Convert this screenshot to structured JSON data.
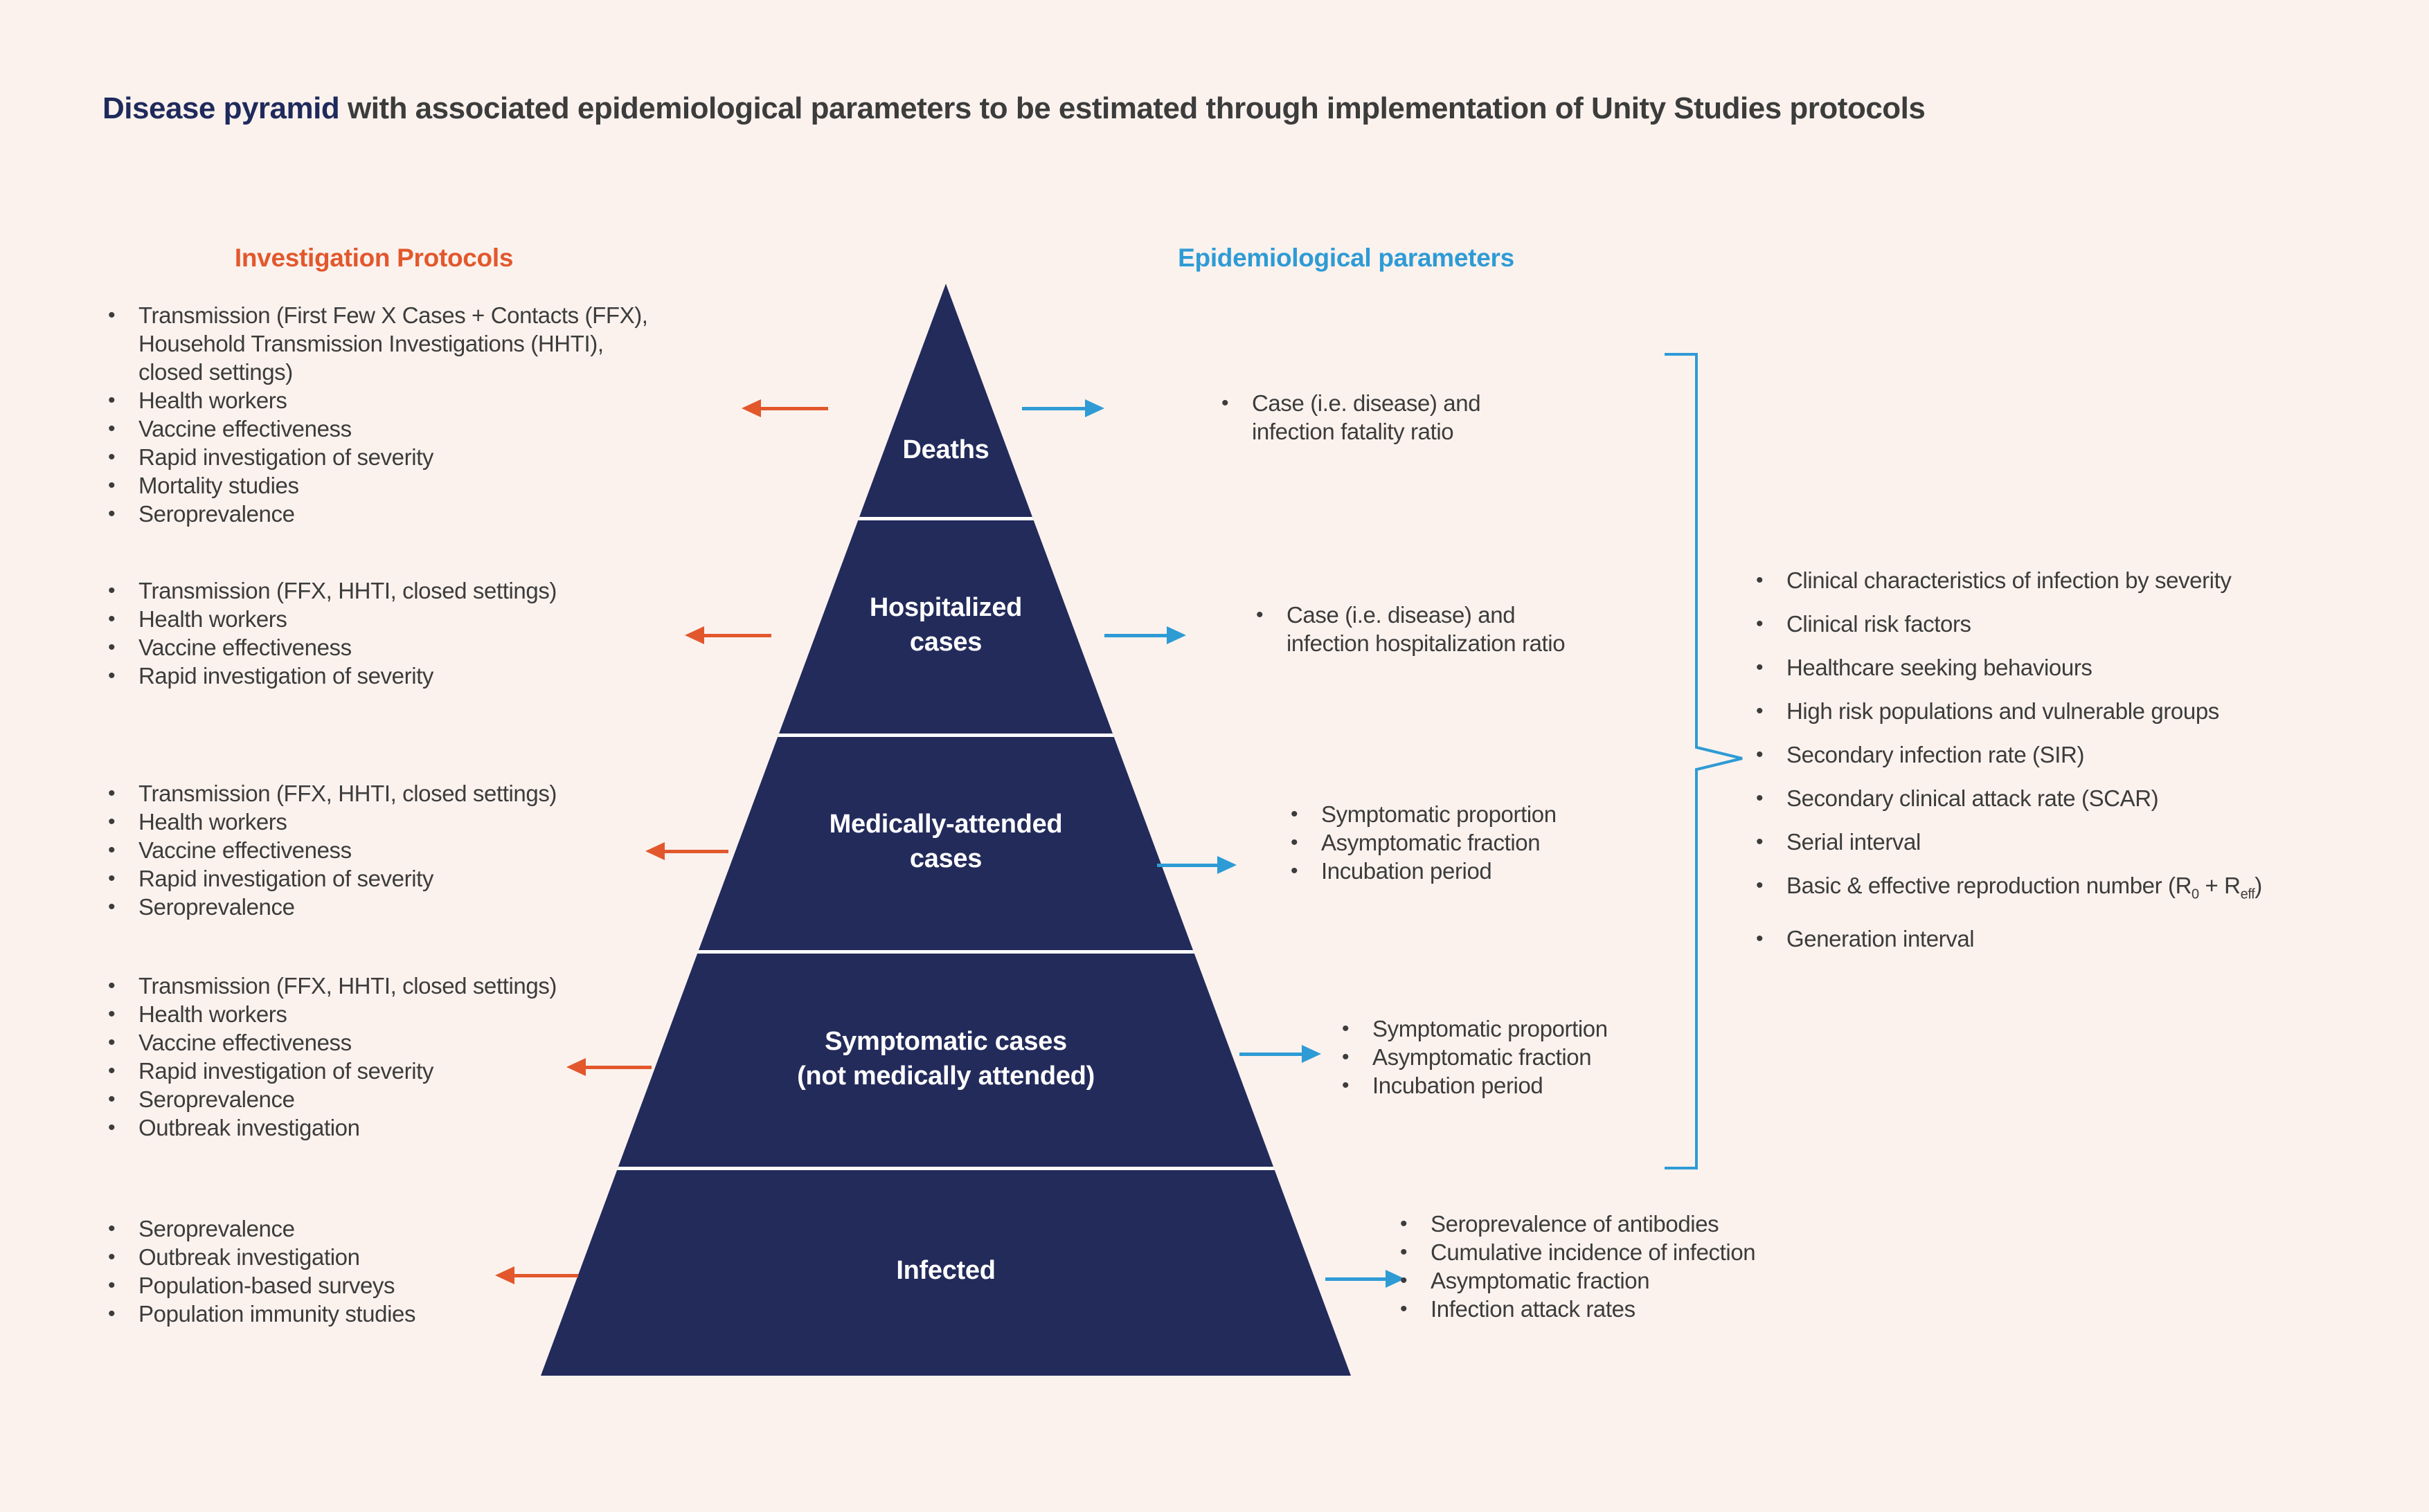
{
  "colors": {
    "background": "#FBF2EE",
    "pyramid": "#232B5B",
    "orange": "#E2582C",
    "blue": "#2E9BD5",
    "text": "#3C3C3C",
    "navy_text": "#1F2A5C",
    "white": "#FFFFFF"
  },
  "title": {
    "highlight": "Disease pyramid",
    "rest": " with associated epidemiological parameters to be estimated through implementation of Unity Studies protocols"
  },
  "columns": {
    "left_header": "Investigation Protocols",
    "right_header": "Epidemiological parameters"
  },
  "pyramid": {
    "levels": [
      "Deaths",
      "Hospitalized\ncases",
      "Medically-attended\ncases",
      "Symptomatic cases\n(not medically attended)",
      "Infected"
    ]
  },
  "protocols": {
    "groups": [
      {
        "level": "deaths",
        "items": [
          "Transmission (First Few X Cases + Contacts (FFX),\nHousehold Transmission Investigations (HHTI),\nclosed settings)",
          "Health workers",
          "Vaccine effectiveness",
          "Rapid investigation of severity",
          "Mortality studies",
          "Seroprevalence"
        ]
      },
      {
        "level": "hospitalized-cases",
        "items": [
          "Transmission (FFX, HHTI, closed settings)",
          "Health workers",
          "Vaccine effectiveness",
          "Rapid investigation of severity"
        ]
      },
      {
        "level": "medically-attended-cases",
        "items": [
          "Transmission (FFX, HHTI, closed settings)",
          "Health workers",
          "Vaccine effectiveness",
          "Rapid investigation of severity",
          "Seroprevalence"
        ]
      },
      {
        "level": "symptomatic-cases",
        "items": [
          "Transmission (FFX, HHTI, closed settings)",
          "Health workers",
          "Vaccine effectiveness",
          "Rapid investigation of severity",
          "Seroprevalence",
          "Outbreak investigation"
        ]
      },
      {
        "level": "infected",
        "items": [
          "Seroprevalence",
          "Outbreak investigation",
          "Population-based surveys",
          "Population immunity studies"
        ]
      }
    ]
  },
  "parameters": {
    "groups": [
      {
        "level": "deaths",
        "items": [
          "Case (i.e. disease) and\ninfection fatality ratio"
        ]
      },
      {
        "level": "hospitalized-cases",
        "items": [
          "Case (i.e. disease) and\ninfection hospitalization ratio"
        ]
      },
      {
        "level": "medically-attended-cases",
        "items": [
          "Symptomatic proportion",
          "Asymptomatic fraction",
          "Incubation period"
        ]
      },
      {
        "level": "symptomatic-cases",
        "items": [
          "Symptomatic proportion",
          "Asymptomatic fraction",
          "Incubation period"
        ]
      },
      {
        "level": "infected",
        "items": [
          "Seroprevalence of antibodies",
          "Cumulative incidence of infection",
          "Asymptomatic fraction",
          "Infection attack rates"
        ]
      }
    ]
  },
  "bracket": {
    "items": [
      "Clinical characteristics of infection by severity",
      "Clinical risk factors",
      "Healthcare seeking behaviours",
      "High risk populations and vulnerable groups",
      "Secondary infection rate (SIR)",
      "Secondary clinical attack rate (SCAR)",
      "Serial interval"
    ],
    "reproduction": {
      "pre": "Basic & effective reproduction number (R",
      "sub0": "0",
      "mid": " + R",
      "subeff": "eff",
      "post": ")"
    },
    "tail": "Generation interval"
  }
}
